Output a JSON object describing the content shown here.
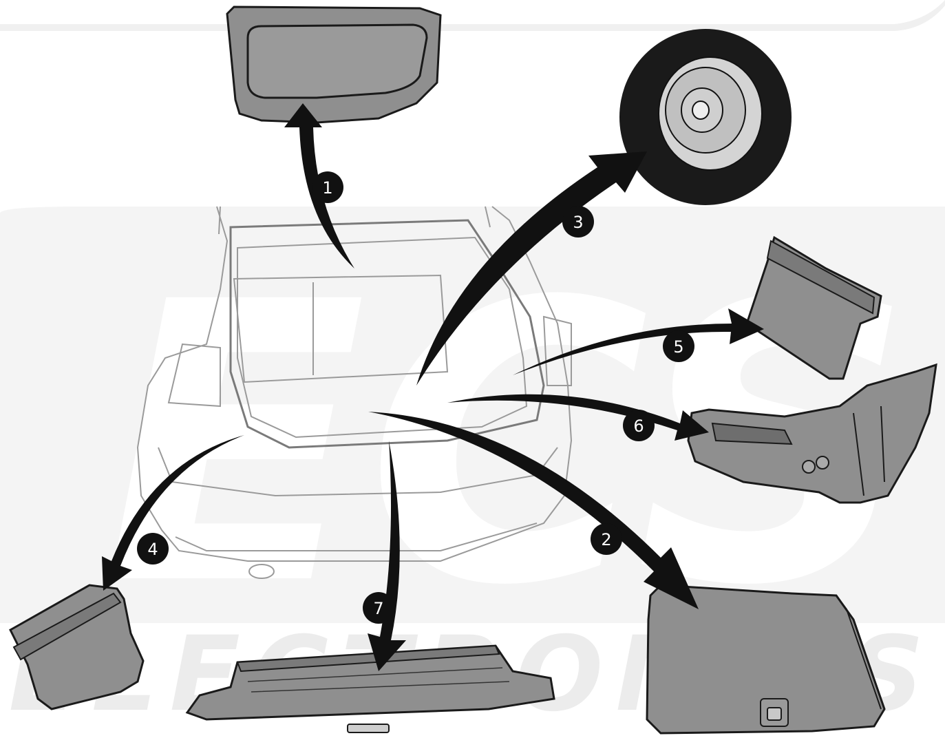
{
  "watermark": {
    "brand_letters": "ECS",
    "text": "ELECTRONICS"
  },
  "callouts": [
    {
      "id": "1",
      "label": "1"
    },
    {
      "id": "2",
      "label": "2"
    },
    {
      "id": "3",
      "label": "3"
    },
    {
      "id": "4",
      "label": "4"
    },
    {
      "id": "5",
      "label": "5"
    },
    {
      "id": "6",
      "label": "6"
    },
    {
      "id": "7",
      "label": "7"
    }
  ],
  "colors": {
    "arrow": "#111111",
    "part_fill": "#8f8f8f",
    "part_dark": "#6e6e6e",
    "outline": "#1a1a1a",
    "car_line": "#9a9a9a",
    "watermark": "#ececec"
  }
}
